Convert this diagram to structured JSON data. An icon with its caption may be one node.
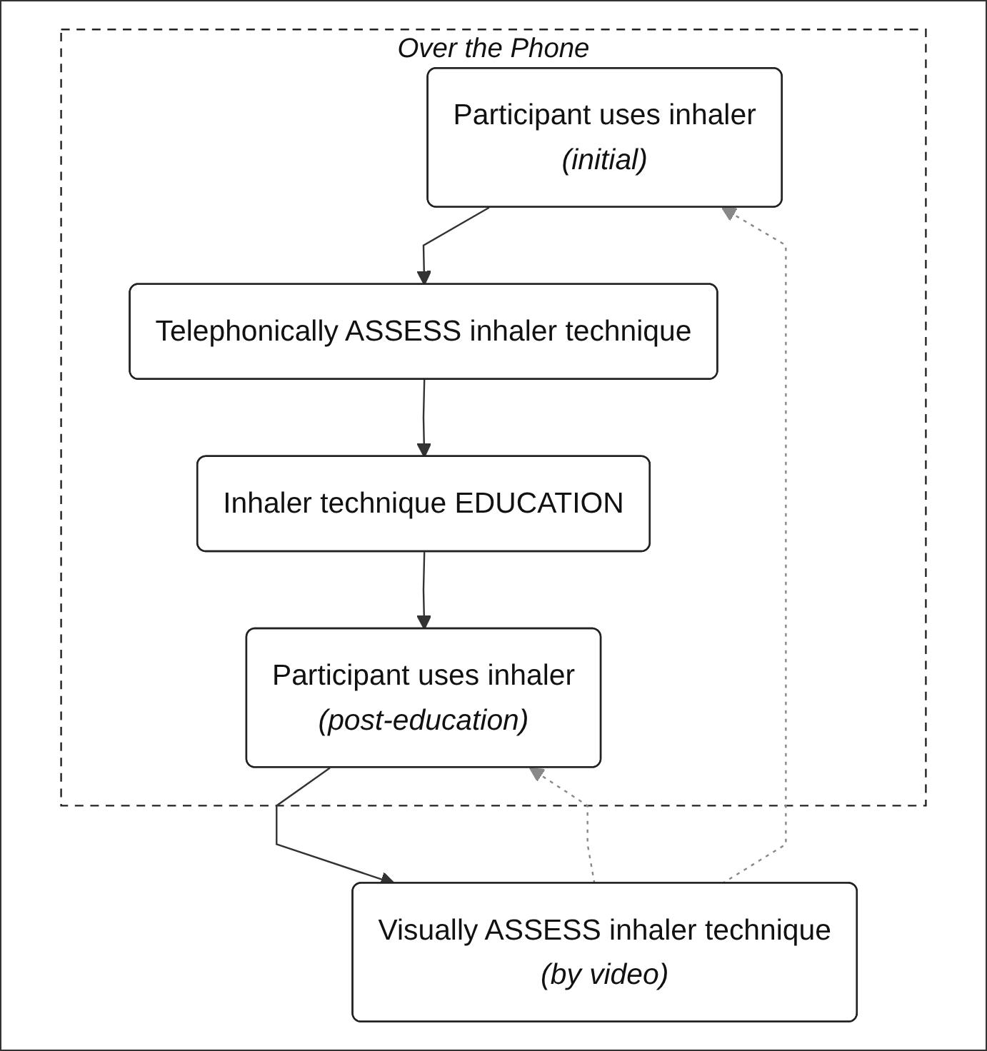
{
  "diagram": {
    "nodes": [
      {
        "text": [
          "Over the Phone"
        ]
      },
      {
        "text": [
          "Participant uses inhaler",
          "(initial)"
        ],
        "in": 0
      },
      {
        "text": [
          "Telephonically ASSESS inhaler technique"
        ],
        "in": 0
      },
      {
        "text": [
          "Inhaler technique EDUCATION"
        ],
        "in": 0
      },
      {
        "text": [
          "Participant uses inhaler",
          "(post-education)"
        ],
        "in": 0
      },
      {
        "text": [
          "Visually ASSESS inhaler technique",
          "(by video)"
        ]
      }
    ],
    "edges": [
      {
        "from": 1,
        "to": 2,
        "arrow": "to"
      },
      {
        "from": 2,
        "to": 3,
        "arrow": "to"
      },
      {
        "from": 3,
        "to": 4,
        "arrow": "to"
      },
      {
        "from": 4,
        "to": 5,
        "arrow": "to"
      },
      {
        "from": 5,
        "to": 1,
        "arrow": "to",
        "style": "dashed",
        "color": "#888888"
      },
      {
        "from": 5,
        "to": 4,
        "arrow": "to",
        "style": "dashed",
        "color": "#888888"
      }
    ]
  }
}
